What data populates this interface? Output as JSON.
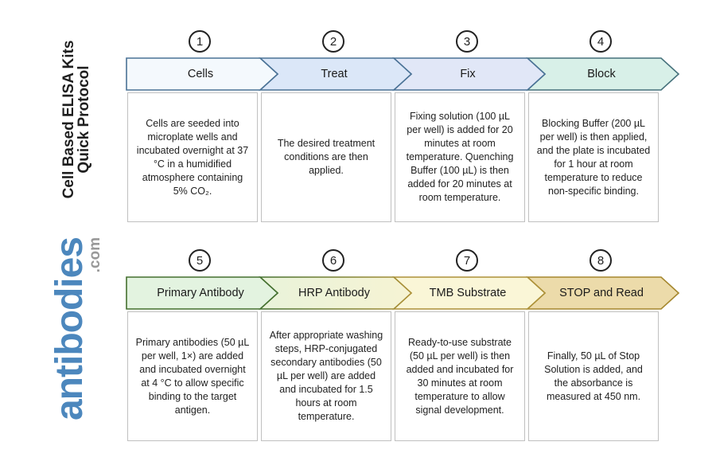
{
  "header": {
    "title_line1": "Cell Based ELISA Kits",
    "title_line2": "Quick Protocol"
  },
  "brand": {
    "logo_text": "antibodies",
    "logo_suffix": ".com",
    "logo_color": "#4c87bd",
    "logo_suffix_color": "#999999"
  },
  "colors": {
    "circle_border": "#222222",
    "box_border": "#c0c0c0",
    "background": "#ffffff"
  },
  "rows": [
    {
      "steps": [
        {
          "number": "1",
          "label": "Cells",
          "description": "Cells are seeded into microplate wells and incubated overnight at 37 °C in a humidified atmosphere containing 5% CO₂.",
          "arrow_fill": "#f4f9fd",
          "arrow_stroke": "#4a7296"
        },
        {
          "number": "2",
          "label": "Treat",
          "description": "The desired treatment conditions are then applied.",
          "arrow_fill": "#dbe7f8",
          "arrow_stroke": "#4a7296"
        },
        {
          "number": "3",
          "label": "Fix",
          "description": "Fixing solution (100 µL per well) is added for 20 minutes at room temperature. Quenching Buffer (100 µL) is then added for 20 minutes at room temperature.",
          "arrow_fill": "#e1e7f7",
          "arrow_stroke": "#4a7296"
        },
        {
          "number": "4",
          "label": "Block",
          "description": "Blocking Buffer (200 µL per well) is then applied, and the plate is incubated for 1 hour at room temperature to reduce non-specific binding.",
          "arrow_fill": "#d8f0e8",
          "arrow_stroke": "#45717b"
        }
      ]
    },
    {
      "steps": [
        {
          "number": "5",
          "label": "Primary Antibody",
          "description": "Primary antibodies (50 µL per well, 1×) are added and incubated overnight at 4 °C to allow specific binding to the target antigen.",
          "arrow_fill": "#e3f3e0",
          "arrow_stroke": "#44702f"
        },
        {
          "number": "6",
          "label": "HRP Antibody",
          "description": "After appropriate washing steps, HRP-conjugated secondary antibodies (50 µL per well) are added and incubated for 1.5 hours at room temperature.",
          "arrow_fill": "#e9f3da",
          "arrow_fill2": "#f6f3d3",
          "arrow_stroke": "#44702f",
          "arrow_stroke2": "#ad9138"
        },
        {
          "number": "7",
          "label": "TMB Substrate",
          "description": "Ready-to-use substrate (50 µL per well) is then added and incubated for 30 minutes at room temperature to allow signal development.",
          "arrow_fill": "#faf6d7",
          "arrow_stroke": "#ad9138"
        },
        {
          "number": "8",
          "label": "STOP and Read",
          "description": "Finally, 50 µL of Stop Solution is added, and the absorbance is measured at 450 nm.",
          "arrow_fill": "#ecdbaa",
          "arrow_stroke": "#a5872e"
        }
      ]
    }
  ]
}
